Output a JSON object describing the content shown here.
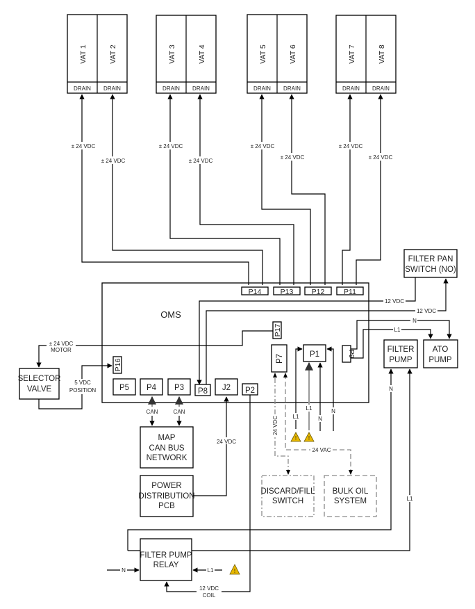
{
  "vats": [
    {
      "label": "VAT 1",
      "drain": "DRAIN",
      "voltage": "± 24 VDC"
    },
    {
      "label": "VAT 2",
      "drain": "DRAIN",
      "voltage": "± 24 VDC"
    },
    {
      "label": "VAT 3",
      "drain": "DRAIN",
      "voltage": "± 24 VDC"
    },
    {
      "label": "VAT 4",
      "drain": "DRAIN",
      "voltage": "± 24 VDC"
    },
    {
      "label": "VAT 5",
      "drain": "DRAIN",
      "voltage": "± 24 VDC"
    },
    {
      "label": "VAT 6",
      "drain": "DRAIN",
      "voltage": "± 24 VDC"
    },
    {
      "label": "VAT 7",
      "drain": "DRAIN",
      "voltage": "± 24 VDC"
    },
    {
      "label": "VAT 8",
      "drain": "DRAIN",
      "voltage": "± 24 VDC"
    }
  ],
  "oms": {
    "title": "OMS",
    "connectors": {
      "p14": "P14",
      "p13": "P13",
      "p12": "P12",
      "p11": "P11",
      "p17": "P17",
      "p16": "P16",
      "p7": "P7",
      "p1": "P1",
      "p9": "P9",
      "p5": "P5",
      "p4": "P4",
      "p3": "P3",
      "p8": "P8",
      "j2": "J2",
      "p2": "P2"
    }
  },
  "components": {
    "filter_pan_switch": [
      "FILTER PAN",
      "SWITCH (NO)"
    ],
    "selector_valve": [
      "SELECTOR",
      "VALVE"
    ],
    "filter_pump": [
      "FILTER",
      "PUMP"
    ],
    "ato_pump": [
      "ATO",
      "PUMP"
    ],
    "map_can_bus": [
      "MAP",
      "CAN BUS",
      "NETWORK"
    ],
    "power_distribution": [
      "POWER",
      "DISTRIBUTION",
      "PCB"
    ],
    "discard_fill_switch": [
      "DISCARD/FILL",
      "SWITCH"
    ],
    "bulk_oil_system": [
      "BULK OIL",
      "SYSTEM"
    ],
    "filter_pump_relay": [
      "FILTER PUMP",
      "RELAY"
    ]
  },
  "signals": {
    "fps_12vdc_a": "12 VDC",
    "fps_12vdc_b": "12 VDC",
    "ato_n": "N",
    "ato_l1": "L1",
    "motor": [
      "± 24 VDC",
      "MOTOR"
    ],
    "position": [
      "5 VDC",
      "POSITION"
    ],
    "can_1": "CAN",
    "can_2": "CAN",
    "pdb_24vdc": "24 VDC",
    "p7_24vdc": "24 VDC",
    "p7_24vac": "24 VAC",
    "p1_l1_a": "L1",
    "p1_l1_b": "L1",
    "p1_n_a": "N",
    "p1_n_b": "N",
    "fp_n": "N",
    "fp_l1": "L1",
    "relay_n": "N",
    "relay_l1": "L1",
    "relay_coil": [
      "12 VDC",
      "COIL"
    ]
  },
  "colors": {
    "line": "#000000",
    "dashed": "#8a8a8a",
    "warning": "#e8b800"
  }
}
